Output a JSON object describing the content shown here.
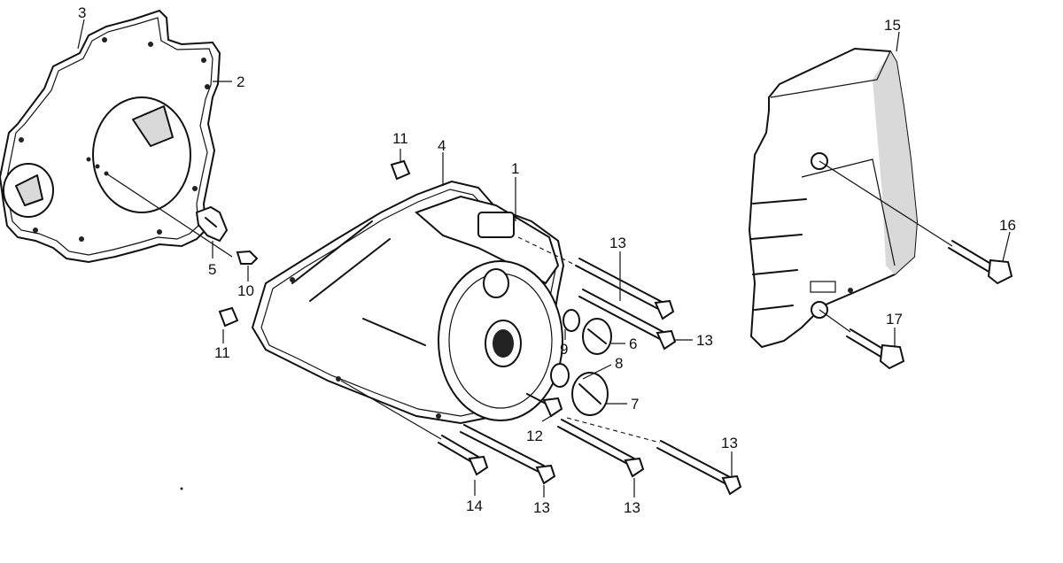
{
  "diagram": {
    "callouts": [
      {
        "id": "p1",
        "label": "1"
      },
      {
        "id": "p2",
        "label": "2"
      },
      {
        "id": "p3",
        "label": "3"
      },
      {
        "id": "p4",
        "label": "4"
      },
      {
        "id": "p5",
        "label": "5"
      },
      {
        "id": "p6",
        "label": "6"
      },
      {
        "id": "p7",
        "label": "7"
      },
      {
        "id": "p8",
        "label": "8"
      },
      {
        "id": "p9",
        "label": "9"
      },
      {
        "id": "p10",
        "label": "10"
      },
      {
        "id": "p11a",
        "label": "11"
      },
      {
        "id": "p11b",
        "label": "11"
      },
      {
        "id": "p12",
        "label": "12"
      },
      {
        "id": "p13a",
        "label": "13"
      },
      {
        "id": "p13b",
        "label": "13"
      },
      {
        "id": "p13c",
        "label": "13"
      },
      {
        "id": "p13d",
        "label": "13"
      },
      {
        "id": "p13e",
        "label": "13"
      },
      {
        "id": "p14",
        "label": "14"
      },
      {
        "id": "p15",
        "label": "15"
      },
      {
        "id": "p16",
        "label": "16"
      },
      {
        "id": "p17",
        "label": "17"
      }
    ]
  }
}
